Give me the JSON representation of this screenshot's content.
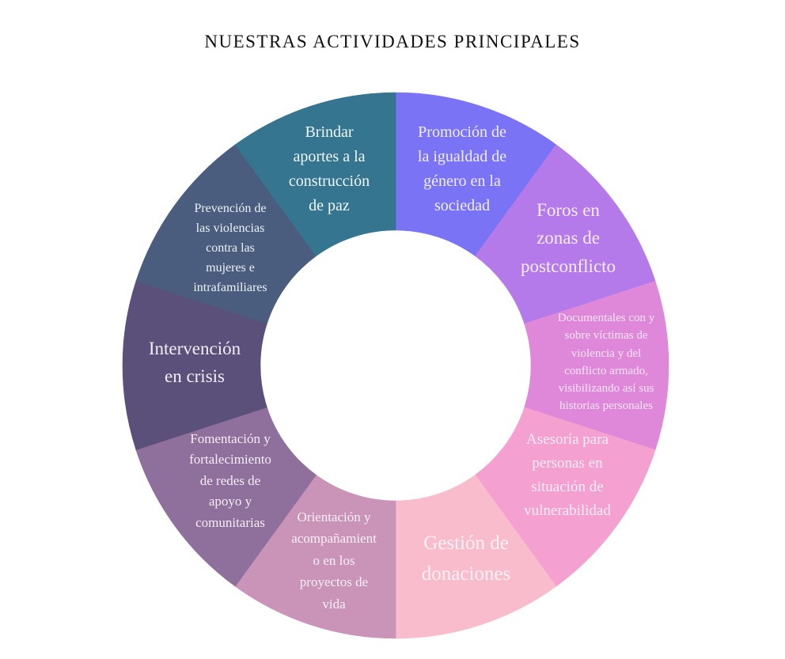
{
  "title": "NUESTRAS ACTIVIDADES PRINCIPALES",
  "segments": [
    {
      "id": "promocion",
      "color": "#7b73f6",
      "text_color": "#f1eefe",
      "lines": [
        "Promoción de",
        "la igualdad de",
        "género en la",
        "sociedad"
      ]
    },
    {
      "id": "foros",
      "color": "#b57ae9",
      "text_color": "#f4ecfb",
      "lines": [
        "Foros en",
        "zonas de",
        "postconflicto"
      ]
    },
    {
      "id": "documentales",
      "color": "#df88d9",
      "text_color": "#f8e6f6",
      "lines": [
        "Documentales con y",
        "sobre víctimas de",
        "violencia y del",
        "conflicto armado,",
        "visibilizando así sus",
        "historias personales"
      ]
    },
    {
      "id": "asesoria",
      "color": "#f4a0d0",
      "text_color": "#fdeef6",
      "lines": [
        "Asesoría para",
        "personas en",
        "situación de",
        "vulnerabilidad"
      ]
    },
    {
      "id": "gestion",
      "color": "#f9bccd",
      "text_color": "#fdf2f6",
      "lines": [
        "Gestión de",
        "donaciones"
      ]
    },
    {
      "id": "orientacion",
      "color": "#c994b8",
      "text_color": "#fbf0f7",
      "lines": [
        "Orientación y",
        "acompañamient",
        "o en los",
        "proyectos de",
        "vida"
      ]
    },
    {
      "id": "fomentacion",
      "color": "#8f6f9b",
      "text_color": "#f5eef7",
      "lines": [
        "Fomentación y",
        "fortalecimiento",
        "de redes de",
        "apoyo y",
        "comunitarias"
      ]
    },
    {
      "id": "intervencion",
      "color": "#5a5079",
      "text_color": "#f2eef7",
      "lines": [
        "Intervención",
        "en crisis"
      ]
    },
    {
      "id": "prevencion",
      "color": "#4a5d7e",
      "text_color": "#eef1f6",
      "lines": [
        "Prevención de",
        "las violencias",
        "contra las",
        "mujeres e",
        "intrafamiliares"
      ]
    },
    {
      "id": "brindar",
      "color": "#367590",
      "text_color": "#eef6f8",
      "lines": [
        "Brindar",
        "aportes a la",
        "construcción",
        "de paz"
      ]
    }
  ]
}
